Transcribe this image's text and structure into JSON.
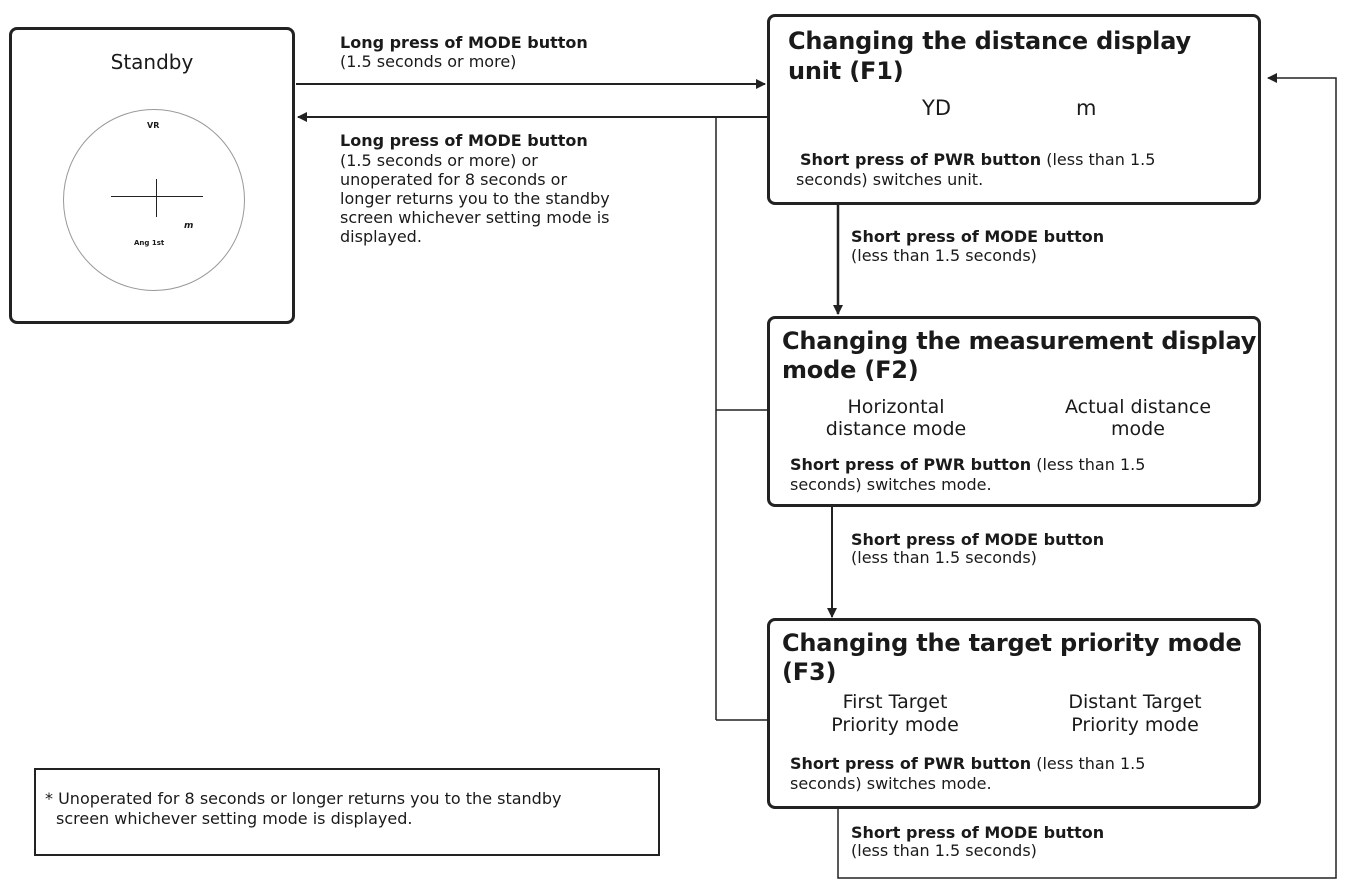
{
  "standby": {
    "title": "Standby",
    "screen_vr": "VR",
    "screen_unit": "m",
    "screen_mode": "Ang 1st"
  },
  "left_arrows": {
    "to_f1_bold": "Long press of MODE button",
    "to_f1_plain": "(1.5 seconds or more)",
    "return_bold": "Long press of MODE button",
    "return_lines": [
      "(1.5 seconds or more) or",
      "unoperated for 8 seconds or",
      "longer returns you to the standby",
      "screen whichever setting mode is",
      "displayed."
    ]
  },
  "f1": {
    "title_1": "Changing the distance display",
    "title_2": "unit (F1)",
    "option_left": "YD",
    "option_right": "m",
    "pwr_bold": "Short press of PWR button",
    "pwr_plain_1": " (less than 1.5",
    "pwr_plain_2": "seconds) switches unit."
  },
  "f2": {
    "title_1": "Changing the measurement display",
    "title_2": "mode (F2)",
    "option_left_1": "Horizontal",
    "option_left_2": "distance mode",
    "option_right_1": "Actual distance",
    "option_right_2": "mode",
    "pwr_bold": "Short press of PWR button",
    "pwr_plain_1": " (less than 1.5",
    "pwr_plain_2": "seconds) switches mode."
  },
  "f3": {
    "title_1": "Changing the target priority mode",
    "title_2": "(F3)",
    "option_left_1": "First Target",
    "option_left_2": "Priority mode",
    "option_right_1": "Distant Target",
    "option_right_2": "Priority mode",
    "pwr_bold": "Short press of PWR button",
    "pwr_plain_1": " (less than 1.5",
    "pwr_plain_2": "seconds) switches mode."
  },
  "transitions": {
    "f1_to_f2_bold": "Short press of MODE button",
    "f1_to_f2_plain": "(less than 1.5 seconds)",
    "f2_to_f3_bold": "Short press of MODE button",
    "f2_to_f3_plain": "(less than 1.5 seconds)",
    "f3_to_f1_bold": "Short press of MODE button",
    "f3_to_f1_plain": "(less than 1.5 seconds)"
  },
  "note": {
    "line_1": "* Unoperated for 8 seconds or longer returns you to the standby",
    "line_2": "screen whichever setting mode is displayed."
  }
}
